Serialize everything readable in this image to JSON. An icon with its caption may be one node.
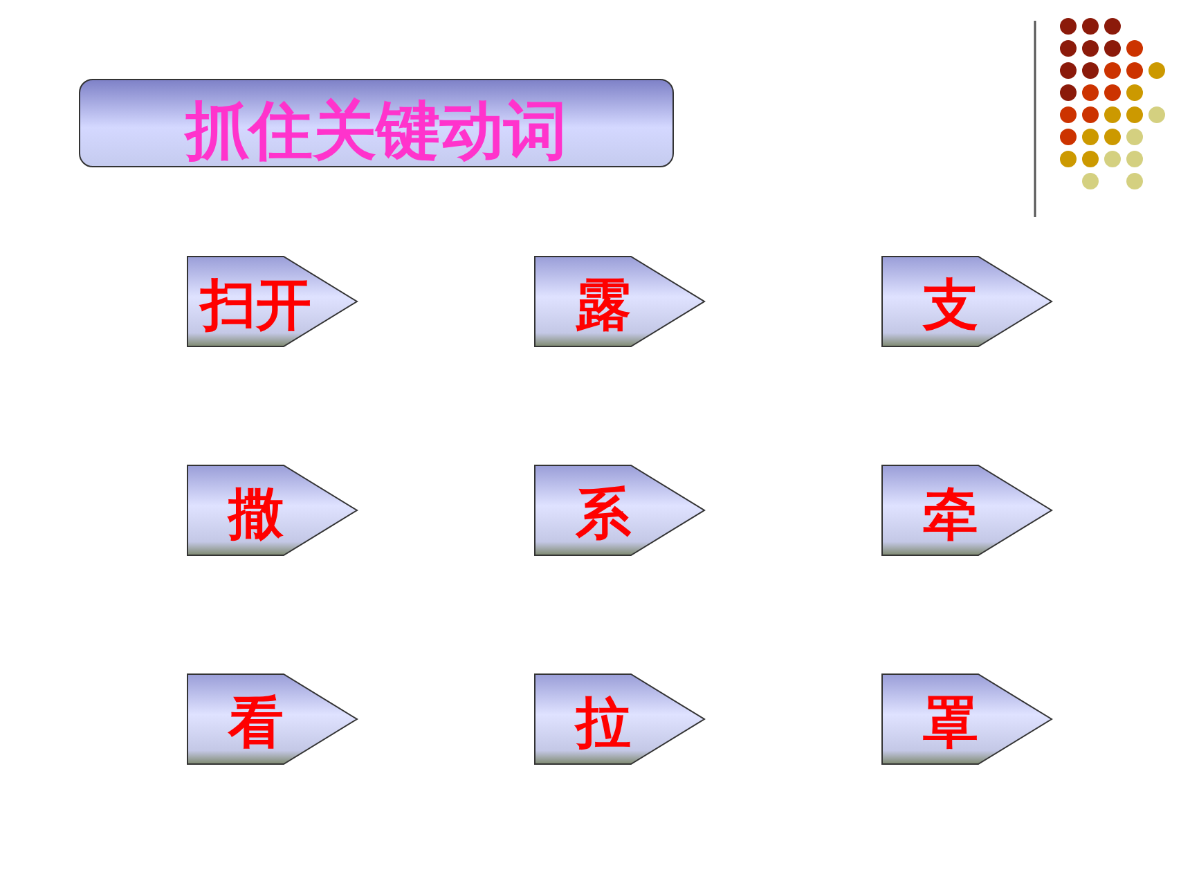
{
  "diagram": {
    "nodes": [
      {
        "text": [
          "抓住关键动词"
        ]
      },
      {
        "text": [
          "扫开"
        ]
      },
      {
        "text": [
          "露"
        ]
      },
      {
        "text": [
          "支"
        ]
      },
      {
        "text": [
          "撒"
        ]
      },
      {
        "text": [
          "系"
        ]
      },
      {
        "text": [
          "牵"
        ]
      },
      {
        "text": [
          "看"
        ]
      },
      {
        "text": [
          "拉"
        ]
      },
      {
        "text": [
          "罩"
        ]
      }
    ]
  }
}
